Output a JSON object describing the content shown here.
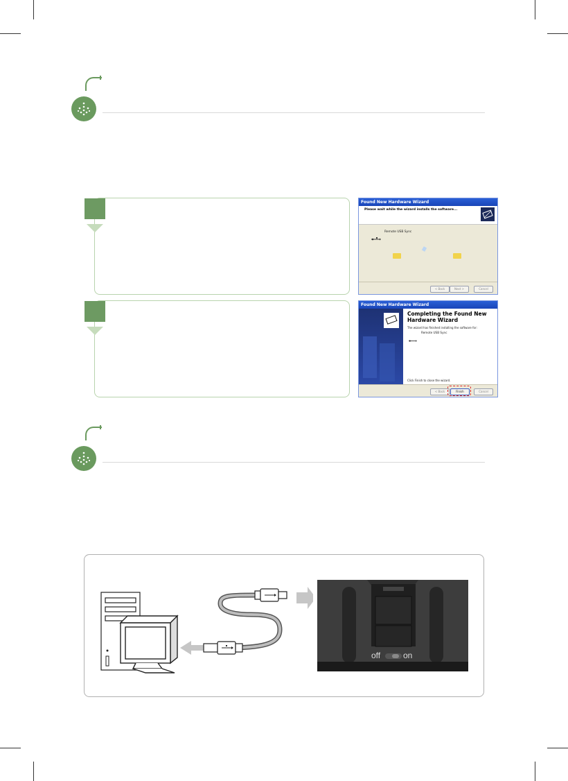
{
  "wizard1": {
    "title": "Found New Hardware Wizard",
    "heading": "Please wait while the wizard installs the software...",
    "device": "Remote USB Sync",
    "back": "< Back",
    "next": "Next >",
    "cancel": "Cancel"
  },
  "wizard2": {
    "title": "Found New Hardware Wizard",
    "heading": "Completing the Found New Hardware Wizard",
    "message": "The wizard has finished installing the software for:",
    "device": "Remote USB Sync",
    "finish_hint": "Click Finish to close the wizard.",
    "back": "< Back",
    "finish": "Finish",
    "cancel": "Cancel"
  },
  "device_switch": {
    "off_label": "off",
    "on_label": "on"
  }
}
